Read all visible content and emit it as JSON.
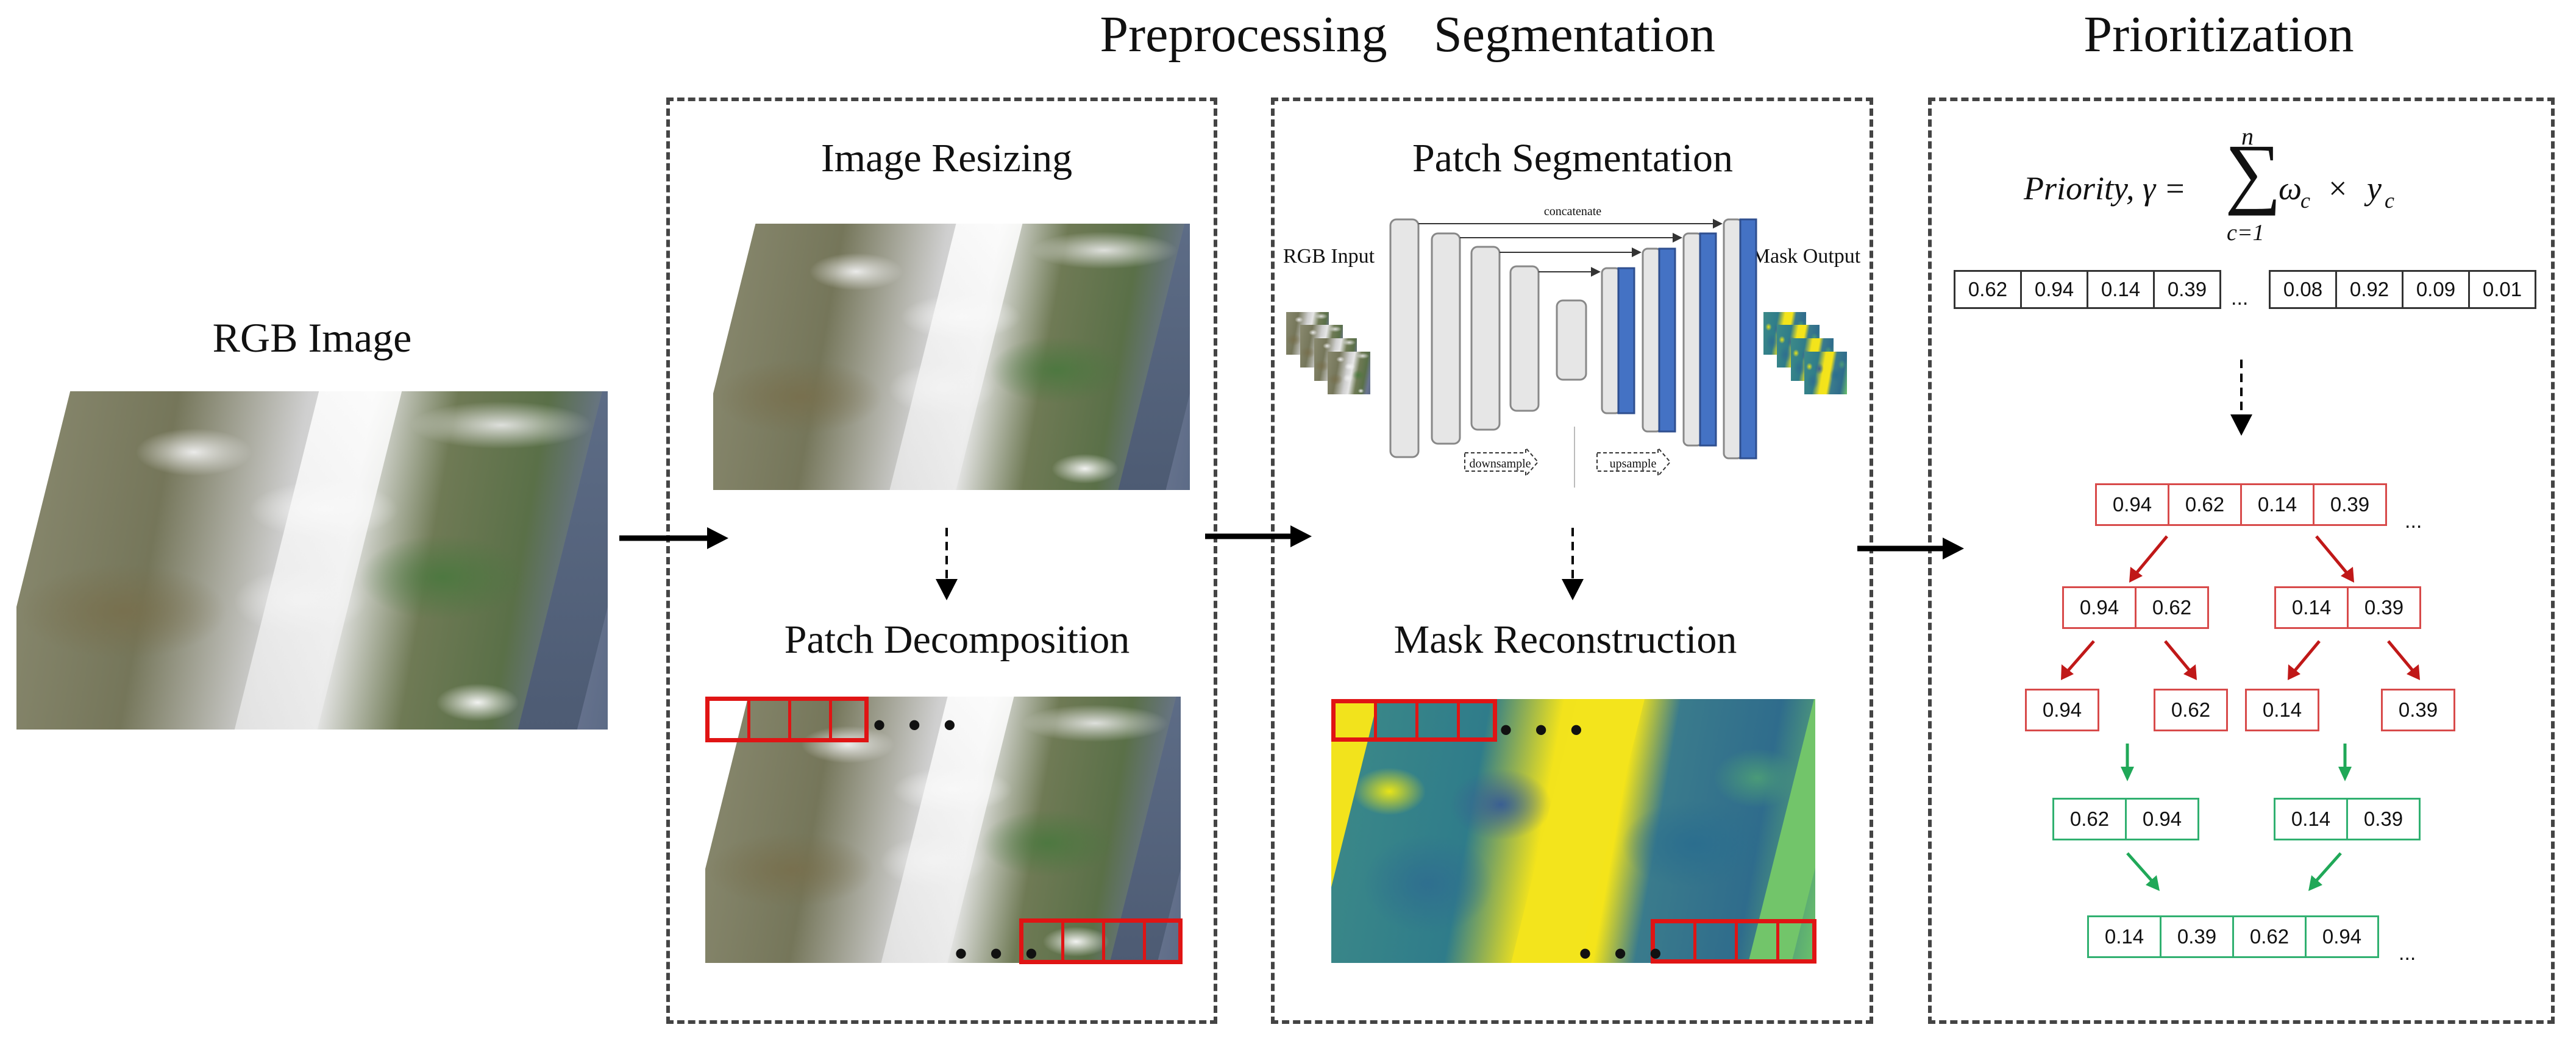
{
  "titles": {
    "rgb_image": "RGB Image",
    "preprocessing": "Preprocessing",
    "segmentation": "Segmentation",
    "prioritization": "Prioritization"
  },
  "preprocessing": {
    "image_resizing": "Image Resizing",
    "patch_decomposition": "Patch Decomposition"
  },
  "segmentation": {
    "patch_segmentation": "Patch Segmentation",
    "rgb_input": "RGB Input",
    "mask_output": "Mask Output",
    "concatenate": "concatenate",
    "downsample": "downsample",
    "upsample": "upsample",
    "mask_reconstruction": "Mask Reconstruction"
  },
  "prioritization": {
    "formula": {
      "lhs": "Priority, γ =",
      "sum_top": "n",
      "sum_bottom": "c=1",
      "rhs": "ω",
      "rhs_sub": "c",
      "times": "×",
      "y": "y",
      "y_sub": "c"
    },
    "scores_left": [
      "0.62",
      "0.94",
      "0.14",
      "0.39"
    ],
    "scores_right": [
      "0.08",
      "0.92",
      "0.09",
      "0.01"
    ],
    "ellipsis": "...",
    "level1": [
      "0.94",
      "0.62",
      "0.14",
      "0.39"
    ],
    "level2_left": [
      "0.94",
      "0.62"
    ],
    "level2_right": [
      "0.14",
      "0.39"
    ],
    "level3": [
      "0.94",
      "0.62",
      "0.14",
      "0.39"
    ],
    "level4_left": [
      "0.62",
      "0.94"
    ],
    "level4_right": [
      "0.14",
      "0.39"
    ],
    "level5": [
      "0.14",
      "0.39",
      "0.62",
      "0.94"
    ]
  },
  "colors": {
    "split_arrow": "#c01818",
    "merge_arrow": "#20a858",
    "patch_border": "#e01414",
    "unet_gray": "#e6e6e6",
    "unet_blue": "#4472c4"
  }
}
